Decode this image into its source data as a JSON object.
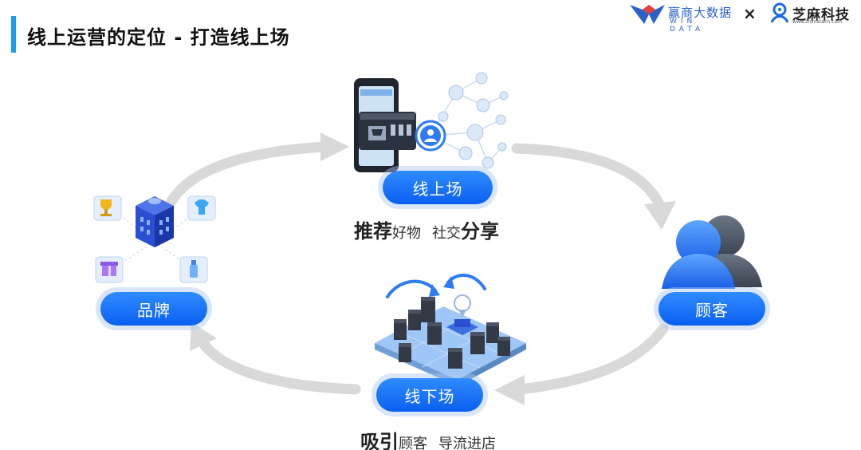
{
  "header": {
    "title": "线上运营的定位 - 打造线上场",
    "logos": {
      "win": {
        "cn": "赢商大数据",
        "en": "WIN DATA"
      },
      "separator": "×",
      "zhima": {
        "cn": "芝麻科技",
        "en": "www.zhimatech.com"
      }
    }
  },
  "cycle": {
    "nodes": {
      "online": {
        "label": "线上场"
      },
      "brand": {
        "label": "品牌"
      },
      "customer": {
        "label": "顾客"
      },
      "offline": {
        "label": "线下场"
      }
    },
    "captions": {
      "online": {
        "part1_big": "推荐",
        "part1_small": "好物",
        "part2_small": "社交",
        "part2_big": "分享"
      },
      "offline": {
        "part1_big": "吸引",
        "part1_small": "顾客",
        "part2_small": "导流进店"
      }
    }
  },
  "colors": {
    "accent": "#1a9bf0",
    "pill": "#0a5ff0",
    "arrow": "#d9d9d9",
    "logo_blue": "#2a62c9"
  }
}
